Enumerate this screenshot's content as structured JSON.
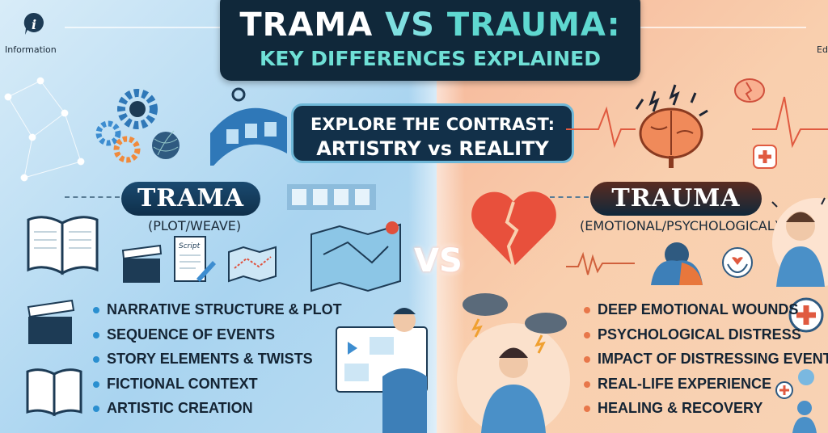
{
  "header": {
    "title_part1": "TRAMA",
    "title_vs": "VS",
    "title_part2": "TRAUMA:",
    "subtitle": "KEY DIFFERENCES EXPLAINED"
  },
  "corner_left": {
    "icon": "info-icon",
    "label": "Information"
  },
  "corner_right": {
    "label": "Ed"
  },
  "contrast": {
    "line1": "EXPLORE THE CONTRAST:",
    "line2": "ARTISTRY vs REALITY"
  },
  "vs_label": "VS",
  "trama": {
    "title": "TRAMA",
    "caption": "(PLOT/WEAVE)",
    "script_label": "Script",
    "points": [
      "NARRATIVE STRUCTURE & PLOT",
      "SEQUENCE OF EVENTS",
      "STORY ELEMENTS & TWISTS",
      "FICTIONAL CONTEXT",
      "ARTISTIC CREATION"
    ]
  },
  "trauma": {
    "title": "TRAUMA",
    "caption": "(EMOTIONAL/PSYCHOLOGICAL)",
    "points": [
      "DEEP EMOTIONAL WOUNDS",
      "PSYCHOLOGICAL DISTRESS",
      "IMPACT OF DISTRESSING EVENTS",
      "REAL-LIFE EXPERIENCE",
      "HEALING & RECOVERY"
    ]
  },
  "colors": {
    "left_bg": "#a9d4f0",
    "right_bg": "#f8c9a8",
    "title_bg": "#10283a",
    "accent_teal": "#5fd8d0",
    "left_bullet": "#2a8fd0",
    "right_bullet": "#e8774a"
  }
}
